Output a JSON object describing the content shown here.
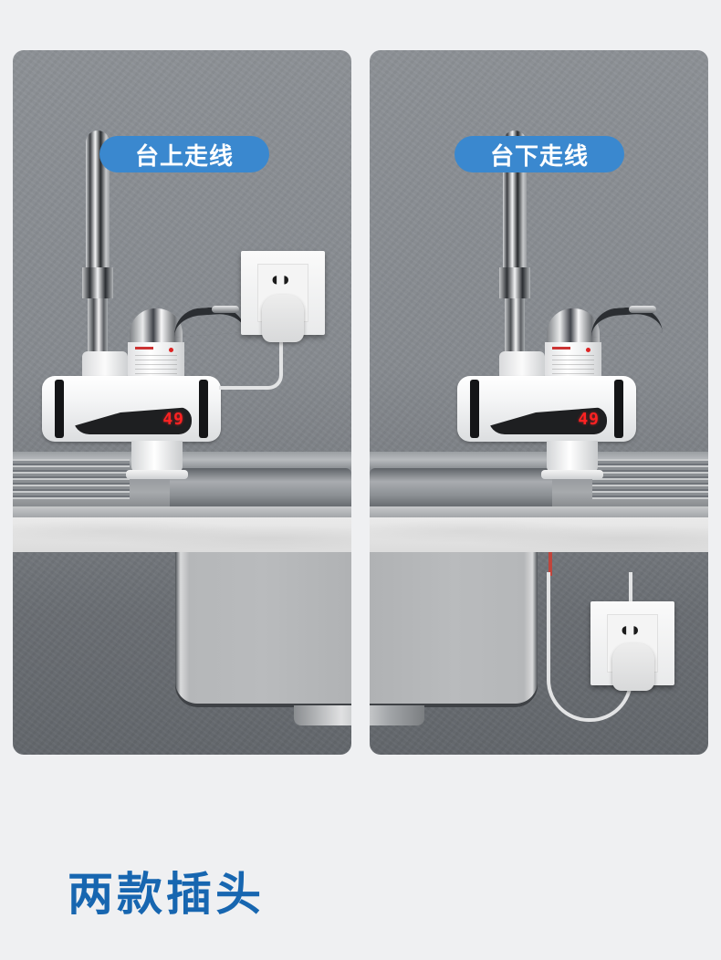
{
  "panels": [
    {
      "id": "above-counter",
      "badge_label": "台上走线",
      "display_value": "49",
      "socket_position": "above-counter"
    },
    {
      "id": "below-counter",
      "badge_label": "台下走线",
      "display_value": "49",
      "socket_position": "below-counter"
    }
  ],
  "footer": {
    "title": "两款插头"
  },
  "colors": {
    "badge_bg": "#3a88cf",
    "title_text": "#1766b0",
    "page_bg": "#eff0f2",
    "display_digits": "#ff2222"
  }
}
